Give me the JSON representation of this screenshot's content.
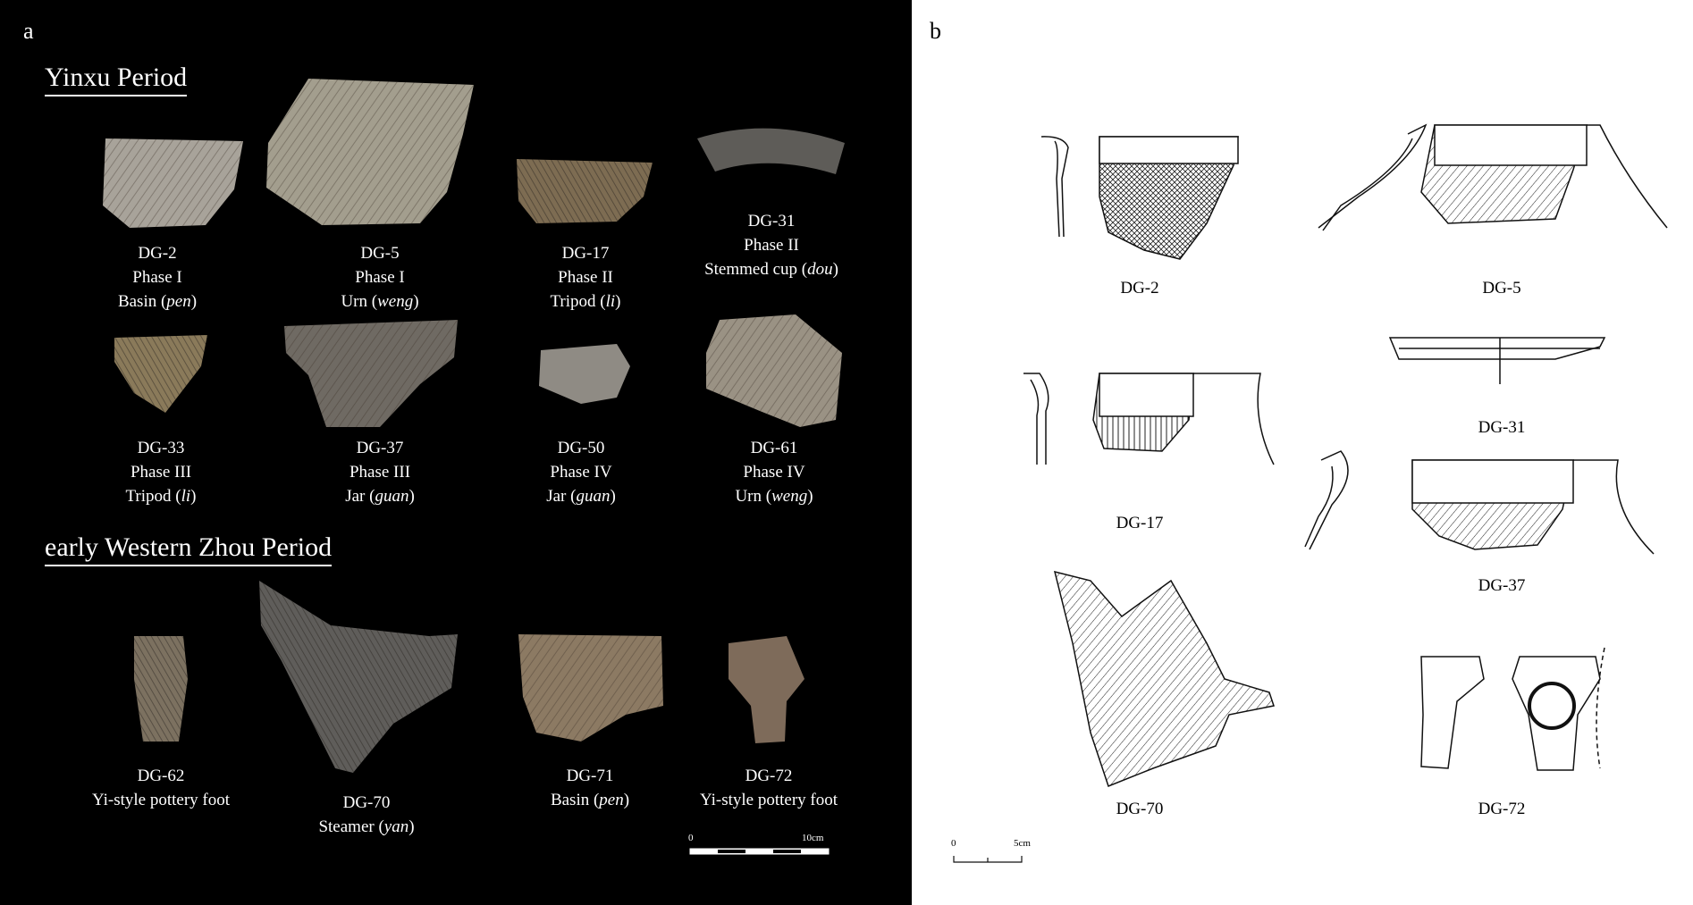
{
  "panel_a": {
    "label": "a",
    "period_yinxu": "Yinxu Period",
    "period_zhou": "early Western Zhou Period",
    "scale": {
      "start": "0",
      "end": "10cm"
    },
    "specimens": [
      {
        "id": "DG-2",
        "phase": "Phase I",
        "type": "Basin (",
        "type_it": "pen",
        "type_end": ")"
      },
      {
        "id": "DG-5",
        "phase": "Phase I",
        "type": "Urn (",
        "type_it": "weng",
        "type_end": ")"
      },
      {
        "id": "DG-17",
        "phase": "Phase II",
        "type": "Tripod (",
        "type_it": "li",
        "type_end": ")"
      },
      {
        "id": "DG-31",
        "phase": "Phase II",
        "type": "Stemmed cup (",
        "type_it": "dou",
        "type_end": ")"
      },
      {
        "id": "DG-33",
        "phase": "Phase III",
        "type": "Tripod (",
        "type_it": "li",
        "type_end": ")"
      },
      {
        "id": "DG-37",
        "phase": "Phase III",
        "type": "Jar (",
        "type_it": "guan",
        "type_end": ")"
      },
      {
        "id": "DG-50",
        "phase": "Phase IV",
        "type": "Jar (",
        "type_it": "guan",
        "type_end": ")"
      },
      {
        "id": "DG-61",
        "phase": "Phase IV",
        "type": "Urn (",
        "type_it": "weng",
        "type_end": ")"
      },
      {
        "id": "DG-62",
        "phase": "",
        "type": "Yi-style pottery foot",
        "type_it": "",
        "type_end": ""
      },
      {
        "id": "DG-70",
        "phase": "",
        "type": "Steamer (",
        "type_it": "yan",
        "type_end": ")"
      },
      {
        "id": "DG-71",
        "phase": "",
        "type": "Basin (",
        "type_it": "pen",
        "type_end": ")"
      },
      {
        "id": "DG-72",
        "phase": "",
        "type": "Yi-style pottery foot",
        "type_it": "",
        "type_end": ""
      }
    ]
  },
  "panel_b": {
    "label": "b",
    "scale": {
      "start": "0",
      "end": "5cm"
    },
    "drawings": [
      "DG-2",
      "DG-5",
      "DG-17",
      "DG-31",
      "DG-37",
      "DG-70",
      "DG-72"
    ]
  }
}
